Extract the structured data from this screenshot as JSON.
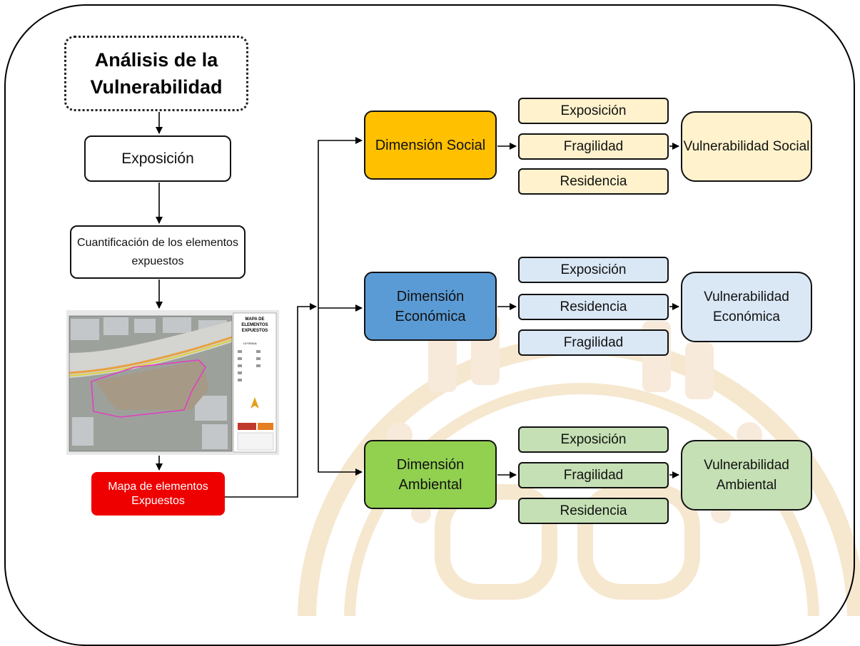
{
  "title": "Análisis de la Vulnerabilidad",
  "flow": {
    "exposicion": "Exposición",
    "cuantificacion": "Cuantificación de los elementos expuestos",
    "mapa_result": "Mapa de elementos Expuestos"
  },
  "map_thumbnail": {
    "title": "MAPA DE ELEMENTOS EXPUESTOS",
    "legend_label": "LEYENDA"
  },
  "dimensions": [
    {
      "name": "Dimensión Social",
      "factors": [
        "Exposición",
        "Fragilidad",
        "Residencia"
      ],
      "result": "Vulnerabilidad Social",
      "color": "#ffc000",
      "light_color": "#fff2cc"
    },
    {
      "name": "Dimensión Económica",
      "factors": [
        "Exposición",
        "Residencia",
        "Fragilidad"
      ],
      "result": "Vulnerabilidad Económica",
      "color": "#5b9bd5",
      "light_color": "#dae7f5"
    },
    {
      "name": "Dimensión Ambiental",
      "factors": [
        "Exposición",
        "Fragilidad",
        "Residencia"
      ],
      "result": "Vulnerabilidad Ambiental",
      "color": "#92d050",
      "light_color": "#c5e0b4"
    }
  ],
  "colors": {
    "map_result_bg": "#ee0000",
    "watermark": "#f6e7cf"
  },
  "icons": [
    "university-seal-watermark"
  ]
}
